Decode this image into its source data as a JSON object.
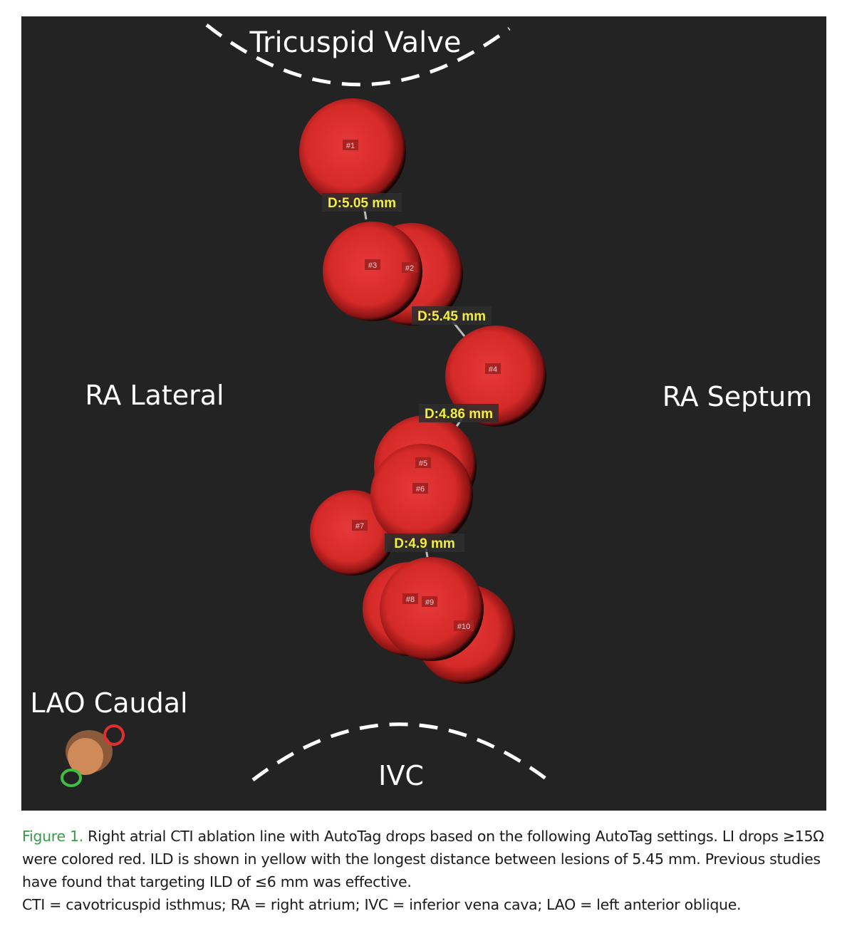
{
  "figure": {
    "labels": {
      "top": "Tricuspid Valve",
      "left": "RA Lateral",
      "right": "RA Septum",
      "view": "LAO Caudal",
      "bottom": "IVC"
    },
    "lesions": [
      "#1",
      "#2",
      "#3",
      "#4",
      "#5",
      "#6",
      "#7",
      "#8",
      "#9",
      "#10"
    ],
    "distances": [
      "D:5.05 mm",
      "D:5.45 mm",
      "D:4.86 mm",
      "D:4.9 mm"
    ],
    "colors": {
      "background": "#232323",
      "lesion": "#e0302c",
      "distance_text": "#f2ee3a",
      "caption_lead": "#3a9a4a"
    }
  },
  "caption": {
    "lead": "Figure 1.",
    "text": " Right atrial CTI ablation line with AutoTag drops based on the following AutoTag settings. LI drops ≥15Ω were colored red. ILD is shown in yellow with the longest distance between lesions of 5.45 mm. Previous studies have found that targeting ILD of ≤6 mm was effective.",
    "abbreviations": "CTI = cavotricuspid isthmus; RA = right atrium; IVC = inferior vena cava; LAO = left anterior oblique."
  }
}
